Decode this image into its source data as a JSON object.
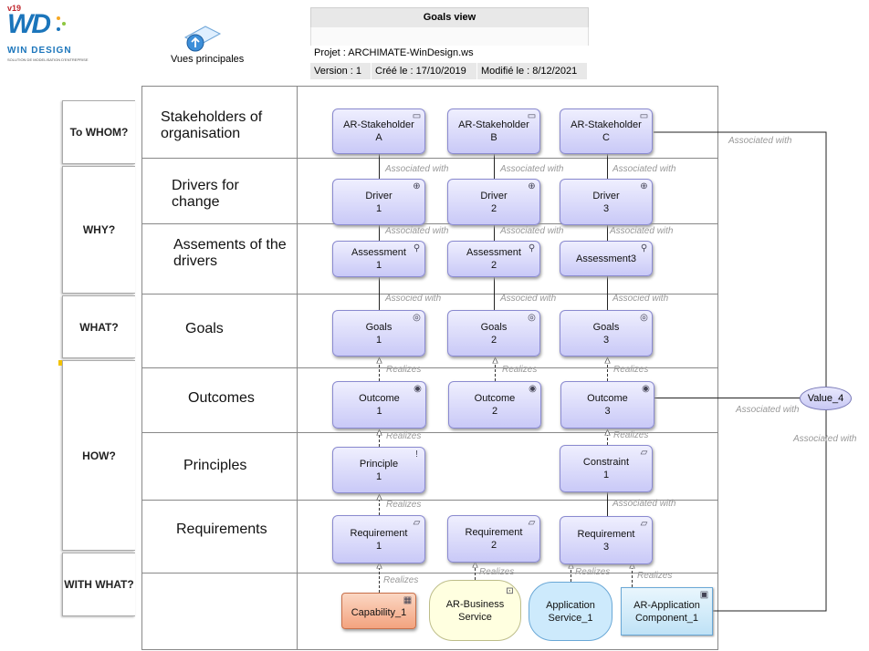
{
  "logo": {
    "version": "v19",
    "brand_letters": "WD",
    "brand_name": "WIN DESIGN",
    "tagline": "SOLUTION DE MODELISATION D'ENTREPRISE"
  },
  "nav": {
    "vues_label": "Vues principales"
  },
  "header": {
    "title": "Goals view",
    "project": "Projet : ARCHIMATE-WinDesign.ws",
    "version": "Version : 1",
    "created": "Créé le : 17/10/2019",
    "modified": "Modifié le : 8/12/2021"
  },
  "tabs": [
    "To WHOM?",
    "WHY?",
    "WHAT?",
    "HOW?",
    "WITH WHAT?"
  ],
  "rows": {
    "stakeholders": "Stakeholders of organisation",
    "drivers": "Drivers for change",
    "assessments": "Assements of the drivers",
    "goals": "Goals",
    "outcomes": "Outcomes",
    "principles": "Principles",
    "requirements": "Requirements"
  },
  "elements": {
    "sh_a": [
      "AR-Stakeholder",
      "A"
    ],
    "sh_b": [
      "AR-Stakeholder",
      "B"
    ],
    "sh_c": [
      "AR-Stakeholder",
      "C"
    ],
    "dr_1": [
      "Driver",
      "1"
    ],
    "dr_2": [
      "Driver",
      "2"
    ],
    "dr_3": [
      "Driver",
      "3"
    ],
    "as_1": [
      "Assessment",
      "1"
    ],
    "as_2": [
      "Assessment",
      "2"
    ],
    "as_3": [
      "Assessment3",
      ""
    ],
    "go_1": [
      "Goals",
      "1"
    ],
    "go_2": [
      "Goals",
      "2"
    ],
    "go_3": [
      "Goals",
      "3"
    ],
    "oc_1": [
      "Outcome",
      "1"
    ],
    "oc_2": [
      "Outcome",
      "2"
    ],
    "oc_3": [
      "Outcome",
      "3"
    ],
    "pr_1": [
      "Principle",
      "1"
    ],
    "co_1": [
      "Constraint",
      "1"
    ],
    "rq_1": [
      "Requirement",
      "1"
    ],
    "rq_2": [
      "Requirement",
      "2"
    ],
    "rq_3": [
      "Requirement",
      "3"
    ],
    "cap": [
      "Capability_1",
      ""
    ],
    "bsvc": [
      "AR-Business",
      "Service"
    ],
    "asvc": [
      "Application",
      "Service_1"
    ],
    "acomp": [
      "AR-Application",
      "Component_1"
    ],
    "value": [
      "Value_4",
      ""
    ]
  },
  "relations": {
    "associated_with": "Associated with",
    "associed_with": "Associed with",
    "realizes": "Realizes"
  }
}
